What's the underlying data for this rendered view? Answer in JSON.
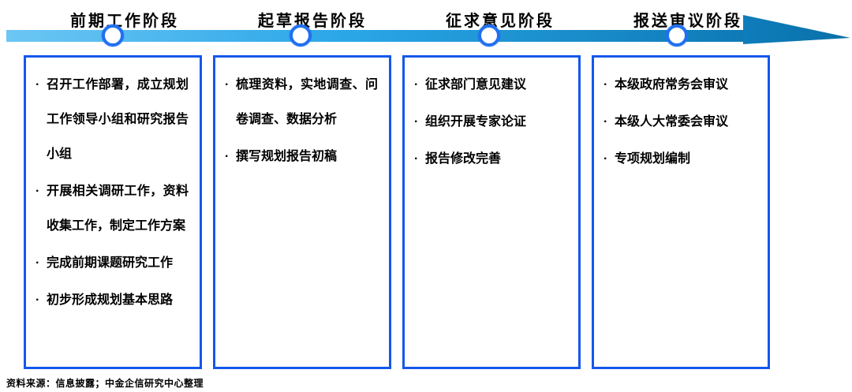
{
  "timeline": {
    "stages": [
      {
        "label": "前期工作阶段"
      },
      {
        "label": "起草报告阶段"
      },
      {
        "label": "征求意见阶段"
      },
      {
        "label": "报送审议阶段"
      }
    ],
    "colors": {
      "bar_gradient_start": "#6CC6F4",
      "bar_gradient_end": "#0D7AB6",
      "arrow_fill": "#0D79B4",
      "node_border": "#2170F0",
      "node_fill": "#FFFFFF"
    }
  },
  "bullet": "·",
  "columns": [
    {
      "items": [
        "召开工作部署，成立规划工作领导小组和研究报告小组",
        "开展相关调研工作，资料收集工作，制定工作方案",
        "完成前期课题研究工作",
        "初步形成规划基本思路"
      ]
    },
    {
      "items": [
        "梳理资料，实地调查、问卷调查、数据分析",
        "撰写规划报告初稿"
      ]
    },
    {
      "items": [
        "征求部门意见建议",
        "组织开展专家论证",
        "报告修改完善"
      ]
    },
    {
      "items": [
        "本级政府常务会审议",
        "本级人大常委会审议",
        "专项规划编制"
      ]
    }
  ],
  "footer": {
    "source_note": "资料来源：信息披露；中金企信研究中心整理"
  },
  "colors": {
    "box_border": "#1557EC",
    "text": "#000000"
  }
}
